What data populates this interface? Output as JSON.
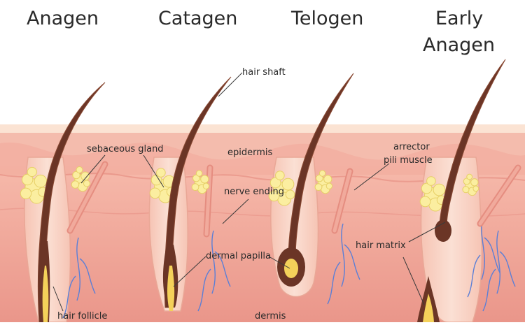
{
  "stages": {
    "anagen": "Anagen",
    "catagen": "Catagen",
    "telogen": "Telogen",
    "early_anagen_line1": "Early",
    "early_anagen_line2": "Anagen"
  },
  "labels": {
    "hair_shaft": "hair shaft",
    "sebaceous_gland": "sebaceous gland",
    "epidermis": "epidermis",
    "arrector_line1": "arrector",
    "arrector_line2": "pili muscle",
    "nerve_ending": "nerve ending",
    "dermal_papilla": "dermal papilla",
    "hair_matrix": "hair matrix",
    "hair_follicle": "hair follicle",
    "dermis": "dermis"
  },
  "colors": {
    "skin_top": "#fbe3d3",
    "epidermis": "#f3b3a3",
    "dermis": "#ef9f92",
    "dermis_dark": "#e58c80",
    "follicle": "#f8cfc0",
    "hair": "#6b3526",
    "hair_light": "#8a4a34",
    "gland": "#fbeea0",
    "gland_dark": "#e6cf66",
    "papilla": "#f4d15a",
    "nerve": "#5b7fd6",
    "leader": "#3a3a3a"
  }
}
